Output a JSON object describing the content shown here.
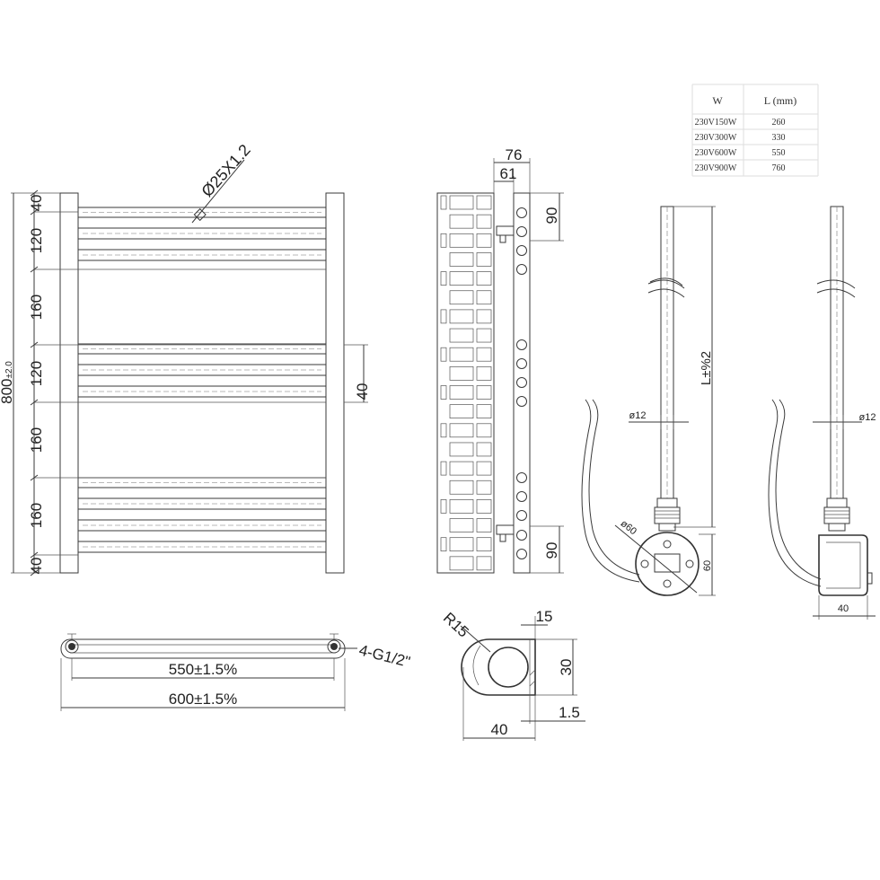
{
  "front_view": {
    "dims_left": [
      "40",
      "120",
      "160",
      "120",
      "160",
      "160",
      "40"
    ],
    "total_height": "800",
    "total_height_tol": "±2.0",
    "tube_spec": "Ø25X1.2",
    "right_dim": "40"
  },
  "bottom_view": {
    "inner_width": "550±1.5%",
    "outer_width": "600±1.5%",
    "connections": "4-G1/2\""
  },
  "side_view": {
    "top_offset_outer": "76",
    "top_offset_inner": "61",
    "top_spacing": "90",
    "bottom_spacing": "90"
  },
  "section_view": {
    "radius": "R15",
    "top_width": "15",
    "height": "30",
    "wall": "1.5",
    "width": "40"
  },
  "element_front": {
    "length": "L±%2",
    "rod_diameter": "ø12",
    "body_diameter": "ø60",
    "body_height": "60"
  },
  "element_side": {
    "rod_diameter": "ø12",
    "depth": "40"
  },
  "spec_table": {
    "headers": [
      "W",
      "L (mm)"
    ],
    "rows": [
      [
        "230V150W",
        "260"
      ],
      [
        "230V300W",
        "330"
      ],
      [
        "230V600W",
        "550"
      ],
      [
        "230V900W",
        "760"
      ]
    ]
  }
}
